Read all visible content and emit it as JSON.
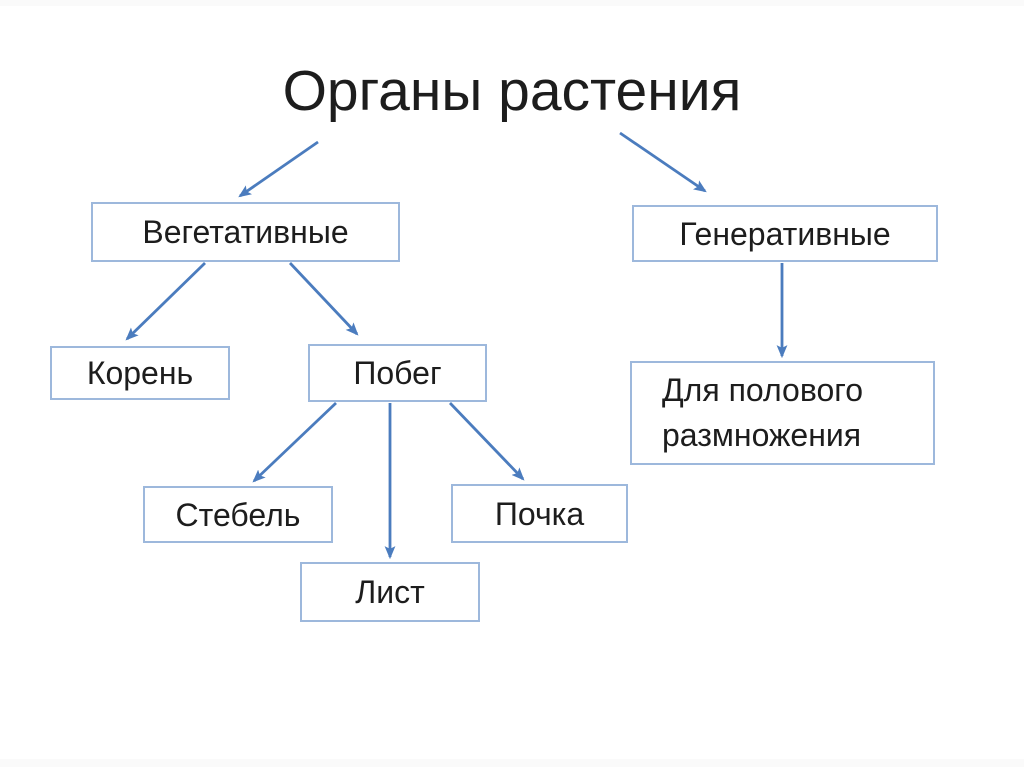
{
  "slide": {
    "title": "Органы растения"
  },
  "diagram": {
    "nodes": {
      "vegetative": {
        "label": "Вегетативные"
      },
      "generative": {
        "label": "Генеративные"
      },
      "root": {
        "label": "Корень"
      },
      "shoot": {
        "label": "Побег"
      },
      "sexual": {
        "label": "Для полового размножения"
      },
      "stem": {
        "label": "Стебель"
      },
      "bud": {
        "label": "Почка"
      },
      "leaf": {
        "label": "Лист"
      }
    },
    "edges": [
      {
        "from": "title",
        "to": "vegetative"
      },
      {
        "from": "title",
        "to": "generative"
      },
      {
        "from": "vegetative",
        "to": "root"
      },
      {
        "from": "vegetative",
        "to": "shoot"
      },
      {
        "from": "shoot",
        "to": "stem"
      },
      {
        "from": "shoot",
        "to": "leaf"
      },
      {
        "from": "shoot",
        "to": "bud"
      },
      {
        "from": "generative",
        "to": "sexual"
      }
    ],
    "colors": {
      "arrow": "#4b7cbe",
      "box_border": "#9db8dc",
      "text": "#1d1d1d",
      "background": "#ffffff"
    }
  }
}
